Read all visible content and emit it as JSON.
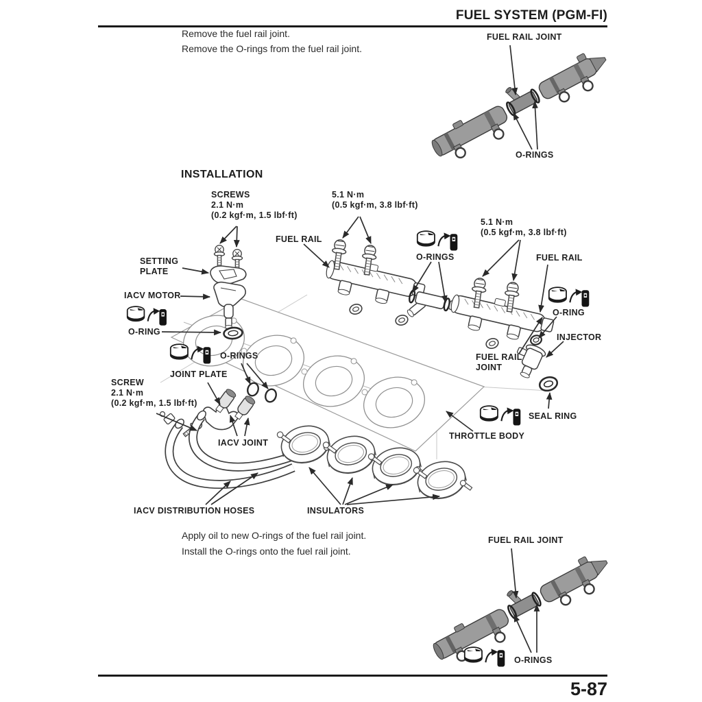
{
  "page": {
    "header_title": "FUEL SYSTEM (PGM-FI)",
    "page_number": "5-87"
  },
  "removal_section": {
    "instructions": [
      "Remove the fuel rail joint.",
      "Remove the O-rings from the fuel rail joint."
    ],
    "diagram": {
      "fuel_rail_joint_label": "FUEL RAIL JOINT",
      "o_rings_label": "O-RINGS"
    }
  },
  "installation_section": {
    "heading": "INSTALLATION",
    "instructions": [
      "Apply oil to new O-rings of the fuel rail joint.",
      "Install the O-rings onto the fuel rail joint."
    ],
    "diagram": {
      "screws_label": {
        "line1": "SCREWS",
        "line2": "2.1 N·m",
        "line3": "(0.2 kgf·m, 1.5 lbf·ft)"
      },
      "torque_51_top": {
        "line1": "5.1 N·m",
        "line2": "(0.5 kgf·m, 3.8 lbf·ft)"
      },
      "torque_51_right": {
        "line1": "5.1 N·m",
        "line2": "(0.5 kgf·m, 3.8 lbf·ft)"
      },
      "screw_label": {
        "line1": "SCREW",
        "line2": "2.1 N·m",
        "line3": "(0.2 kgf·m, 1.5 lbf·ft)"
      },
      "fuel_rail_left": "FUEL RAIL",
      "fuel_rail_right": "FUEL RAIL",
      "o_rings_top_mid": "O-RINGS",
      "o_ring_right": "O-RING",
      "o_ring_iacv": "O-RING",
      "o_rings_center": "O-RINGS",
      "setting_plate": {
        "line1": "SETTING",
        "line2": "PLATE"
      },
      "iacv_motor": "IACV MOTOR",
      "joint_plate": "JOINT PLATE",
      "iacv_joint": "IACV JOINT",
      "fuel_rail_joint": {
        "line1": "FUEL RAIL",
        "line2": "JOINT"
      },
      "injector": "INJECTOR",
      "seal_ring": "SEAL RING",
      "throttle_body": "THROTTLE BODY",
      "iacv_distribution_hoses": "IACV DISTRIBUTION HOSES",
      "insulators": "INSULATORS"
    }
  },
  "bottom_diagram": {
    "fuel_rail_joint_label": "FUEL RAIL JOINT",
    "o_rings_label": "O-RINGS"
  },
  "icons": {
    "oil_apply": "oil-apply-icon"
  },
  "colors": {
    "ink": "#1a1a1a",
    "line_art": "#3f3f3f",
    "rail_gray": "#9c9c9c",
    "light_line": "#9a9a9a"
  }
}
